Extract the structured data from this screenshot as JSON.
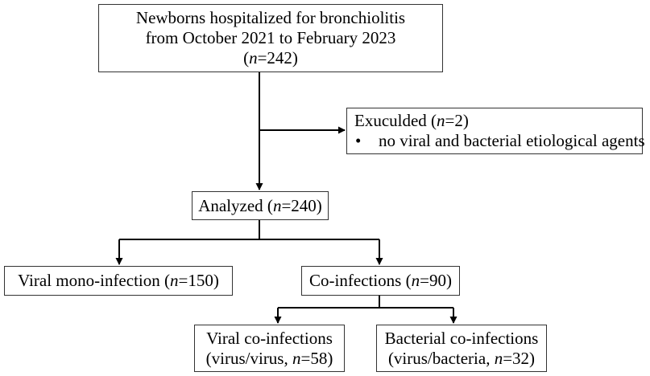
{
  "source": {
    "line1": "Newborns hospitalized for bronchiolitis",
    "line2": "from October 2021 to February 2023",
    "n_label": "n",
    "n_value": "=242",
    "open_paren": "(",
    "close_paren": ")"
  },
  "excluded": {
    "label": "Exuculded (",
    "n_label": "n",
    "n_value": "=2)",
    "bullet_symbol": "•",
    "reason": "no viral and bacterial etiological agents"
  },
  "analyzed": {
    "label": "Analyzed (",
    "n_label": "n",
    "n_value": "=240)"
  },
  "mono_infection": {
    "label": "Viral mono-infection (",
    "n_label": "n",
    "n_value": "=150)"
  },
  "co_infections": {
    "label": "Co-infections (",
    "n_label": "n",
    "n_value": "=90)"
  },
  "viral_co": {
    "line1": "Viral co-infections",
    "line2_prefix": "(virus/virus, ",
    "n_label": "n",
    "n_value": "=58)"
  },
  "bacterial_co": {
    "line1": "Bacterial co-infections",
    "line2_prefix": "(virus/bacteria, ",
    "n_label": "n",
    "n_value": "=32)"
  },
  "colors": {
    "line": "#000000",
    "border": "#333333"
  }
}
